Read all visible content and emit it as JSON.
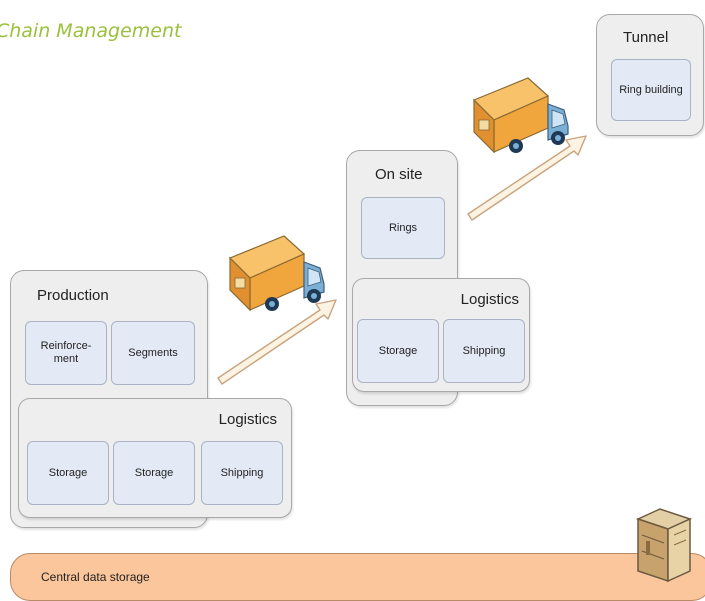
{
  "title": "Chain Management",
  "production": {
    "heading": "Production",
    "reinforcement": "Reinforce-\nment",
    "segments": "Segments",
    "logistics": {
      "heading": "Logistics",
      "cells": [
        "Storage",
        "Storage",
        "Shipping"
      ]
    }
  },
  "onsite": {
    "heading": "On site",
    "rings": "Rings",
    "logistics": {
      "heading": "Logistics",
      "cells": [
        "Storage",
        "Shipping"
      ]
    }
  },
  "tunnel": {
    "heading": "Tunnel",
    "ring_building": "Ring building"
  },
  "central": {
    "label": "Central data storage"
  },
  "icons": {
    "truck": "delivery-truck-icon",
    "server": "server-cabinet-icon",
    "arrow": "transfer-arrow"
  },
  "colors": {
    "title": "#9bc03c",
    "panel": "#eeeeee",
    "cell": "#e3eaf6",
    "storage_bar": "#fbc69c",
    "truck_cargo": "#f0a63c",
    "truck_cab": "#7ab0d6",
    "arrow": "#fdf3e2"
  }
}
